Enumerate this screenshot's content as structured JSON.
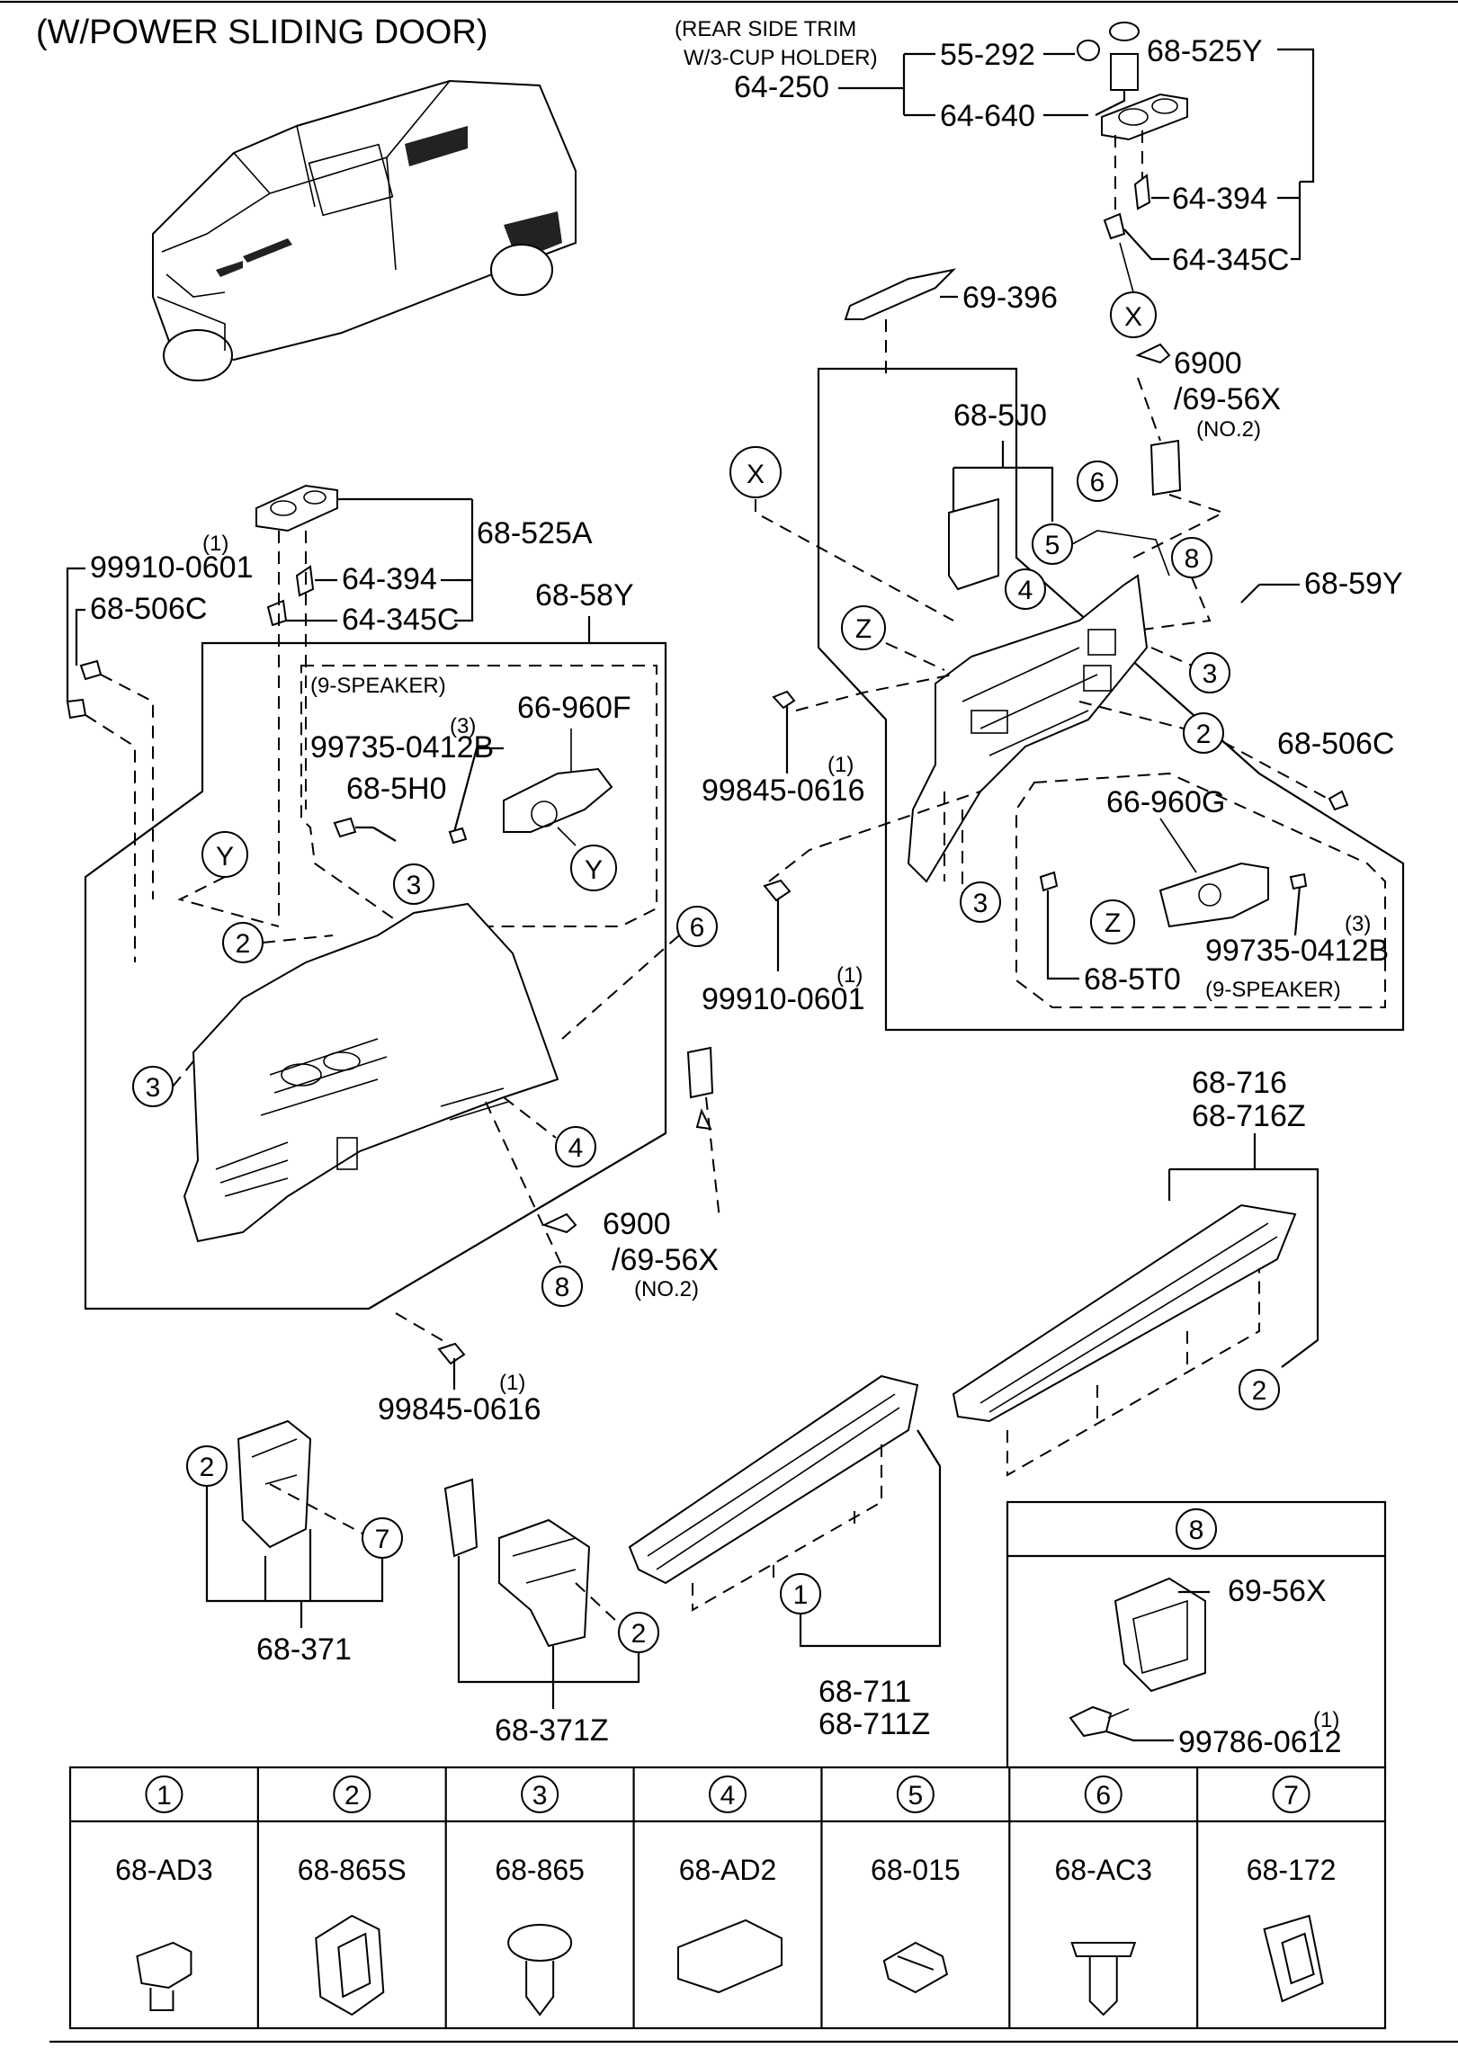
{
  "title": "(W/POWER SLIDING DOOR)",
  "rear_trim_note": [
    "(REAR SIDE TRIM",
    "W/3-CUP HOLDER)"
  ],
  "part_labels": {
    "p55_292": "55-292",
    "p64_250": "64-250",
    "p64_640": "64-640",
    "p68_525Y": "68-525Y",
    "p64_394_top": "64-394",
    "p64_345C_top": "64-345C",
    "p69_396": "69-396",
    "ref_6900_right": "6900",
    "ref_6956X_right": "/69-56X",
    "ref_no2_right": "(NO.2)",
    "p68_5J0": "68-5J0",
    "p68_59Y": "68-59Y",
    "p68_506C_right": "68-506C",
    "p99845_0616_mid_qty": "(1)",
    "p99845_0616_mid": "99845-0616",
    "p66_960G": "66-960G",
    "p99735_0412B_right_qty": "(3)",
    "p99735_0412B_right": "99735-0412B",
    "p68_5T0": "68-5T0",
    "speaker_right": "(9-SPEAKER)",
    "p99910_0601_mid_qty": "(1)",
    "p99910_0601_mid": "99910-0601",
    "p68_525A": "68-525A",
    "p99910_0601_left_qty": "(1)",
    "p99910_0601_left": "99910-0601",
    "p64_394_left": "64-394",
    "p68_506C_left": "68-506C",
    "p64_345C_left": "64-345C",
    "p68_58Y": "68-58Y",
    "speaker_left": "(9-SPEAKER)",
    "p66_960F": "66-960F",
    "p99735_0412B_left_qty": "(3)",
    "p99735_0412B_left": "99735-0412B",
    "p68_5H0": "68-5H0",
    "ref_6900_left": "6900",
    "ref_6956X_left": "/69-56X",
    "ref_no2_left": "(NO.2)",
    "p99845_0616_low_qty": "(1)",
    "p99845_0616_low": "99845-0616",
    "p68_716": "68-716",
    "p68_716Z": "68-716Z",
    "p68_371": "68-371",
    "p68_371Z": "68-371Z",
    "p68_711": "68-711",
    "p68_711Z": "68-711Z",
    "p69_56X_box": "69-56X",
    "p99786_0612_qty": "(1)",
    "p99786_0612": "99786-0612"
  },
  "callouts": {
    "X": "X",
    "Y": "Y",
    "Z": "Z",
    "n1": "1",
    "n2": "2",
    "n3": "3",
    "n4": "4",
    "n5": "5",
    "n6": "6",
    "n7": "7",
    "n8": "8"
  },
  "inset_box": {
    "number": "8"
  },
  "fastener_table": {
    "columns": [
      {
        "num": "1",
        "part": "68-AD3",
        "icon": "clip-icon"
      },
      {
        "num": "2",
        "part": "68-865S",
        "icon": "bracket-clip-icon"
      },
      {
        "num": "3",
        "part": "68-865",
        "icon": "push-pin-icon"
      },
      {
        "num": "4",
        "part": "68-AD2",
        "icon": "cap-icon"
      },
      {
        "num": "5",
        "part": "68-015",
        "icon": "spring-clip-icon"
      },
      {
        "num": "6",
        "part": "68-AC3",
        "icon": "screw-grommet-icon"
      },
      {
        "num": "7",
        "part": "68-172",
        "icon": "retainer-clip-icon"
      }
    ]
  }
}
